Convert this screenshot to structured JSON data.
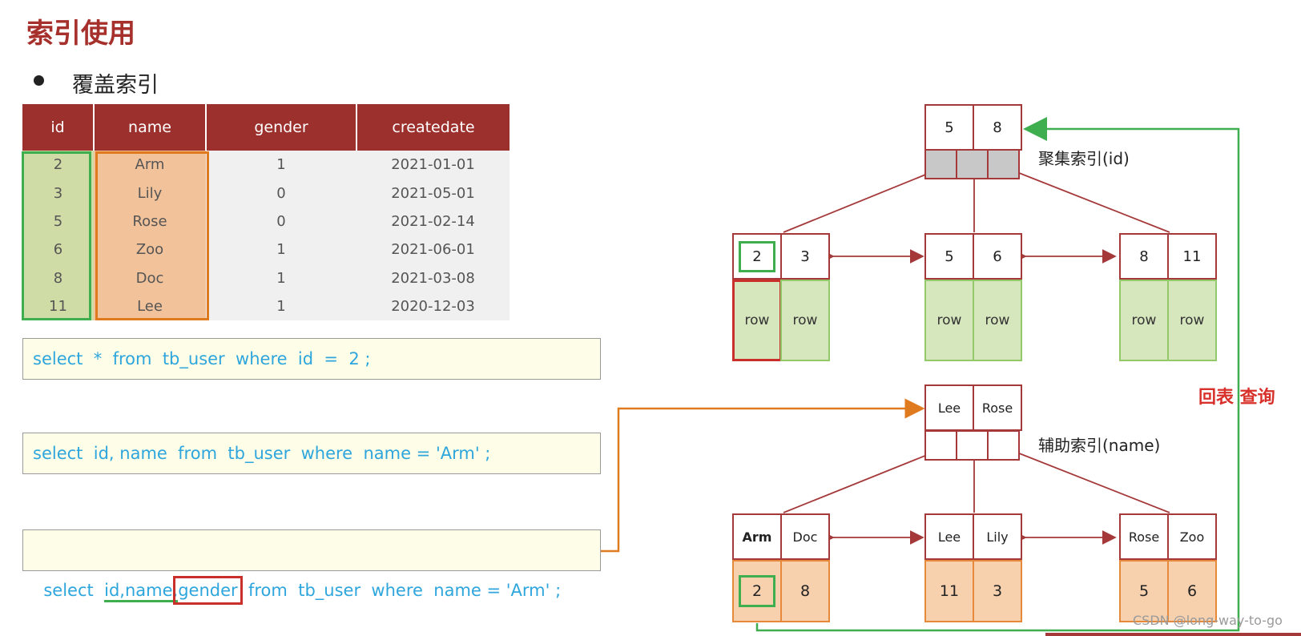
{
  "title": "索引使用",
  "bullet": "覆盖索引",
  "table": {
    "headers": [
      "id",
      "name",
      "gender",
      "createdate"
    ],
    "rows": [
      [
        "2",
        "Arm",
        "1",
        "2021-01-01"
      ],
      [
        "3",
        "Lily",
        "0",
        "2021-05-01"
      ],
      [
        "5",
        "Rose",
        "0",
        "2021-02-14"
      ],
      [
        "6",
        "Zoo",
        "1",
        "2021-06-01"
      ],
      [
        "8",
        "Doc",
        "1",
        "2021-03-08"
      ],
      [
        "11",
        "Lee",
        "1",
        "2020-12-03"
      ]
    ]
  },
  "sql": {
    "q1": "select  *  from  tb_user  where  id  =  2 ;",
    "q2": "select  id, name  from  tb_user  where  name = 'Arm' ;",
    "q3_part1": "select  ",
    "q3_cols": "id,name,",
    "q3_gender": "gender",
    "q3_part2": "  from  tb_user  where  name = 'Arm' ;"
  },
  "clustered": {
    "label": "聚集索引(id)",
    "root": [
      "5",
      "8"
    ],
    "leaves": [
      {
        "keys": [
          "2",
          "3"
        ],
        "rows": [
          "row",
          "row"
        ]
      },
      {
        "keys": [
          "5",
          "6"
        ],
        "rows": [
          "row",
          "row"
        ]
      },
      {
        "keys": [
          "8",
          "11"
        ],
        "rows": [
          "row",
          "row"
        ]
      }
    ]
  },
  "secondary": {
    "label": "辅助索引(name)",
    "root": [
      "Lee",
      "Rose"
    ],
    "leaves": [
      {
        "keys": [
          "Arm",
          "Doc"
        ],
        "vals": [
          "2",
          "8"
        ]
      },
      {
        "keys": [
          "Lee",
          "Lily"
        ],
        "vals": [
          "11",
          "3"
        ]
      },
      {
        "keys": [
          "Rose",
          "Zoo"
        ],
        "vals": [
          "5",
          "6"
        ]
      }
    ]
  },
  "back_lookup_label": "回表 查询",
  "watermark": "CSDN @long-way-to-go",
  "colors": {
    "title": "#a6302c",
    "table_header": "#9c302c",
    "node_border": "#a5393a",
    "green_highlight": "#3fae4f",
    "orange_highlight": "#e07a1f",
    "red_highlight": "#c9302c",
    "sql_text": "#2ea6dd"
  }
}
